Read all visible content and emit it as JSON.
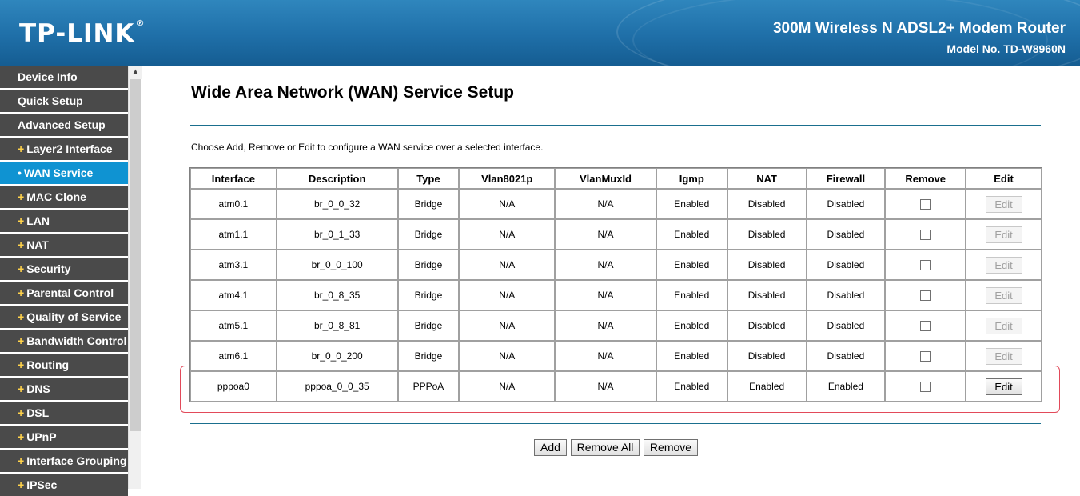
{
  "header": {
    "logo": "TP-LINK",
    "product_name": "300M Wireless N ADSL2+ Modem Router",
    "model_no": "Model No. TD-W8960N"
  },
  "sidebar": {
    "items": [
      {
        "label": "Device Info",
        "sub": false,
        "active": false
      },
      {
        "label": "Quick Setup",
        "sub": false,
        "active": false
      },
      {
        "label": "Advanced Setup",
        "sub": false,
        "active": false
      },
      {
        "label": "Layer2 Interface",
        "sub": true,
        "active": false
      },
      {
        "label": "WAN Service",
        "sub": true,
        "active": true
      },
      {
        "label": "MAC Clone",
        "sub": true,
        "active": false
      },
      {
        "label": "LAN",
        "sub": true,
        "active": false
      },
      {
        "label": "NAT",
        "sub": true,
        "active": false
      },
      {
        "label": "Security",
        "sub": true,
        "active": false
      },
      {
        "label": "Parental Control",
        "sub": true,
        "active": false
      },
      {
        "label": "Quality of Service",
        "sub": true,
        "active": false
      },
      {
        "label": "Bandwidth Control",
        "sub": true,
        "active": false
      },
      {
        "label": "Routing",
        "sub": true,
        "active": false
      },
      {
        "label": "DNS",
        "sub": true,
        "active": false
      },
      {
        "label": "DSL",
        "sub": true,
        "active": false
      },
      {
        "label": "UPnP",
        "sub": true,
        "active": false
      },
      {
        "label": "Interface Grouping",
        "sub": true,
        "active": false
      },
      {
        "label": "IPSec",
        "sub": true,
        "active": false
      }
    ],
    "bullet_yellow": "+",
    "bullet_active": "•"
  },
  "main": {
    "title": "Wide Area Network (WAN) Service Setup",
    "instruction": "Choose Add, Remove or Edit to configure a WAN service over a selected interface.",
    "table": {
      "headers": [
        "Interface",
        "Description",
        "Type",
        "Vlan8021p",
        "VlanMuxId",
        "Igmp",
        "NAT",
        "Firewall",
        "Remove",
        "Edit"
      ],
      "rows": [
        {
          "interface": "atm0.1",
          "description": "br_0_0_32",
          "type": "Bridge",
          "vlan8021p": "N/A",
          "vlanmuxid": "N/A",
          "igmp": "Enabled",
          "nat": "Disabled",
          "firewall": "Disabled",
          "edit_label": "Edit",
          "edit_enabled": false
        },
        {
          "interface": "atm1.1",
          "description": "br_0_1_33",
          "type": "Bridge",
          "vlan8021p": "N/A",
          "vlanmuxid": "N/A",
          "igmp": "Enabled",
          "nat": "Disabled",
          "firewall": "Disabled",
          "edit_label": "Edit",
          "edit_enabled": false
        },
        {
          "interface": "atm3.1",
          "description": "br_0_0_100",
          "type": "Bridge",
          "vlan8021p": "N/A",
          "vlanmuxid": "N/A",
          "igmp": "Enabled",
          "nat": "Disabled",
          "firewall": "Disabled",
          "edit_label": "Edit",
          "edit_enabled": false
        },
        {
          "interface": "atm4.1",
          "description": "br_0_8_35",
          "type": "Bridge",
          "vlan8021p": "N/A",
          "vlanmuxid": "N/A",
          "igmp": "Enabled",
          "nat": "Disabled",
          "firewall": "Disabled",
          "edit_label": "Edit",
          "edit_enabled": false
        },
        {
          "interface": "atm5.1",
          "description": "br_0_8_81",
          "type": "Bridge",
          "vlan8021p": "N/A",
          "vlanmuxid": "N/A",
          "igmp": "Enabled",
          "nat": "Disabled",
          "firewall": "Disabled",
          "edit_label": "Edit",
          "edit_enabled": false
        },
        {
          "interface": "atm6.1",
          "description": "br_0_0_200",
          "type": "Bridge",
          "vlan8021p": "N/A",
          "vlanmuxid": "N/A",
          "igmp": "Enabled",
          "nat": "Disabled",
          "firewall": "Disabled",
          "edit_label": "Edit",
          "edit_enabled": false
        },
        {
          "interface": "pppoa0",
          "description": "pppoa_0_0_35",
          "type": "PPPoA",
          "vlan8021p": "N/A",
          "vlanmuxid": "N/A",
          "igmp": "Enabled",
          "nat": "Enabled",
          "firewall": "Enabled",
          "edit_label": "Edit",
          "edit_enabled": true
        }
      ]
    },
    "buttons": {
      "add": "Add",
      "remove_all": "Remove All",
      "remove": "Remove"
    }
  },
  "colors": {
    "header_blue": "#1f6fa8",
    "nav_gray": "#4a4a4a",
    "nav_active": "#0f93d2",
    "highlight_red": "#e24a5a"
  }
}
